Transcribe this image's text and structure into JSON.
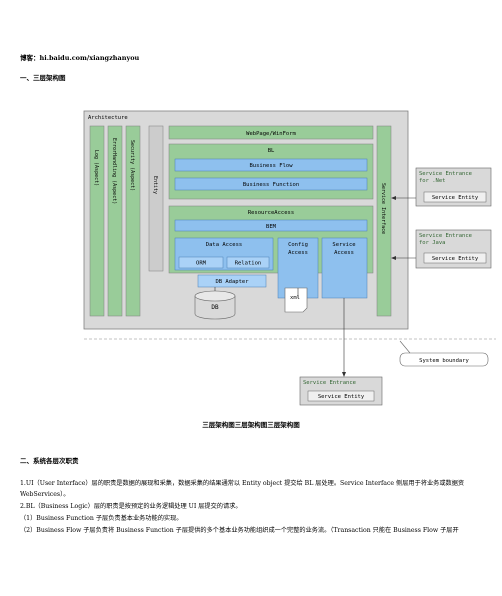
{
  "header": {
    "blog": "博客：hi.baidu.com/xiangzhanyou",
    "section1": "一、三层架构图"
  },
  "diagram": {
    "architecture": "Architecture",
    "log": "Log (Aspect)",
    "error": "ErrorHandling (Aspect)",
    "security": "Security (Aspect)",
    "entity": "Entity",
    "webpage": "WebPage/WinForm",
    "bl": "BL",
    "business_flow": "Business Flow",
    "business_function": "Business Function",
    "resource_access": "ResourceAccess",
    "bem": "BEM",
    "data_access": "Data Access",
    "orm": "ORM",
    "relation": "Relation",
    "db_adapter": "DB Adapter",
    "config_access_1": "Config",
    "config_access_2": "Access",
    "service_access_1": "Service",
    "service_access_2": "Access",
    "service_interface": "Service Interface",
    "db": "DB",
    "xml": "xml",
    "net_title_1": "Service Entrance",
    "net_title_2": "for .Net",
    "net_entity": "Service Entity",
    "java_title_1": "Service Entrance",
    "java_title_2": "for Java",
    "java_entity": "Service Entity",
    "bottom_title": "Service Entrance",
    "bottom_entity": "Service Entity",
    "boundary": "System boundary"
  },
  "caption": "三层架构图三层架构图三层架构图",
  "section2": "二、系统各层次职责",
  "paragraphs": [
    "1.UI（User Interface）层的职责是数据的展现和采集，数据采集的结果通常以 Entity object 提交给 BL 层处理。Service Interface 侧层用于将业务或数据资",
    "WebServices）。",
    "2.BL（Business Logic）层的职责是按预定的业务逻辑处理 UI 层提交的请求。",
    "（1）Business Function  子层负责基本业务功能的实现。",
    "（2）Business Flow  子层负责将 Business Function 子层提供的多个基本业务功能组织成一个完整的业务流。（Transaction 只能在 Business Flow  子层开"
  ]
}
